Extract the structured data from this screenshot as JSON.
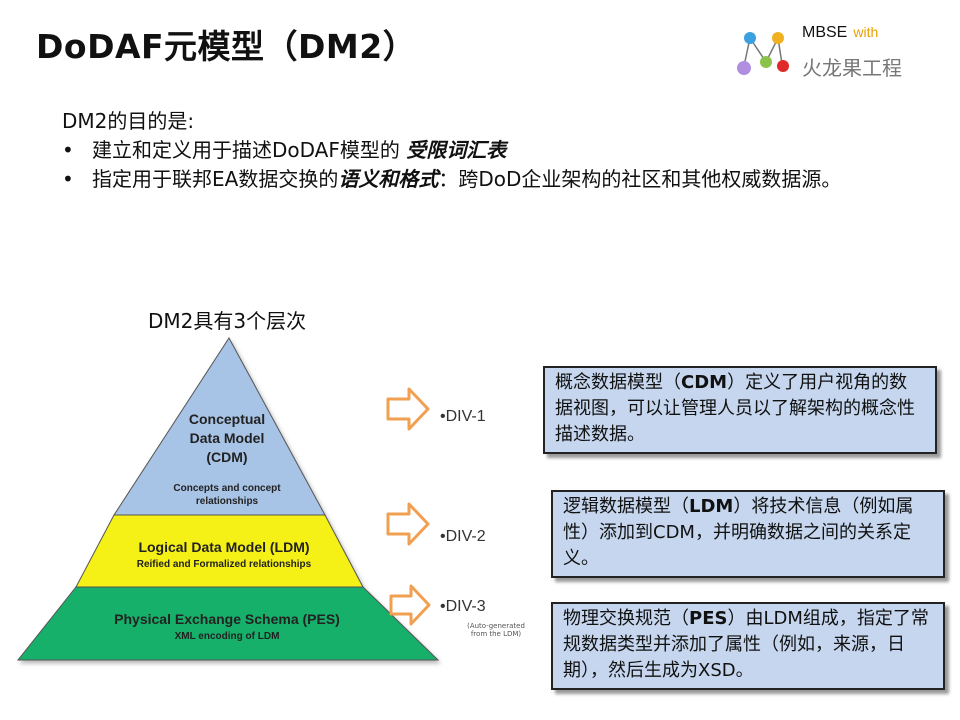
{
  "title": "DoDAF元模型（DM2）",
  "logo": {
    "line1": "MBSE",
    "with": "with",
    "line2": "火龙果工程"
  },
  "intro": {
    "lead": "DM2的目的是:",
    "bullet_char": "•",
    "bullets": [
      {
        "pre": "建立和定义用于描述DoDAF模型的 ",
        "em": "受限词汇表",
        "post": ""
      },
      {
        "pre": "指定用于联邦EA数据交换的",
        "em": "语义和格式",
        "post": "：跨DoD企业架构的社区和其他权威数据源。"
      }
    ]
  },
  "pyramid": {
    "title": "DM2具有3个层次",
    "top": {
      "line1": "Conceptual",
      "line2": "Data Model",
      "line3": "(CDM)",
      "sub1": "Concepts and concept",
      "sub2": "relationships",
      "color": "#a7c3e6"
    },
    "middle": {
      "label": "Logical Data Model (LDM)",
      "sub": "Reified and Formalized relationships",
      "color": "#f5f019"
    },
    "bottom": {
      "label": "Physical Exchange Schema (PES)",
      "sub": "XML encoding of LDM",
      "color": "#18b06b"
    }
  },
  "levels": [
    {
      "label": "•DIV-1"
    },
    {
      "label": "•DIV-2"
    },
    {
      "label": "•DIV-3",
      "note1": "(Auto-generated",
      "note2": "from the LDM)"
    }
  ],
  "boxes": [
    {
      "pre": "概念数据模型（",
      "bold": "CDM",
      "post": "）定义了用户视角的数据视图，可以让管理人员以了解架构的概念性描述数据。"
    },
    {
      "pre": "逻辑数据模型（",
      "bold": "LDM",
      "post": "）将技术信息（例如属性）添加到CDM，并明确数据之间的关系定义。"
    },
    {
      "pre": "物理交换规范（",
      "bold": "PES",
      "post": "）由LDM组成，指定了常规数据类型并添加了属性（例如，来源，日期），然后生成为XSD。"
    }
  ],
  "colors": {
    "arrow": "#f0a050",
    "box_bg": "#c5d6ee",
    "logo_accent": "#e8a000"
  }
}
